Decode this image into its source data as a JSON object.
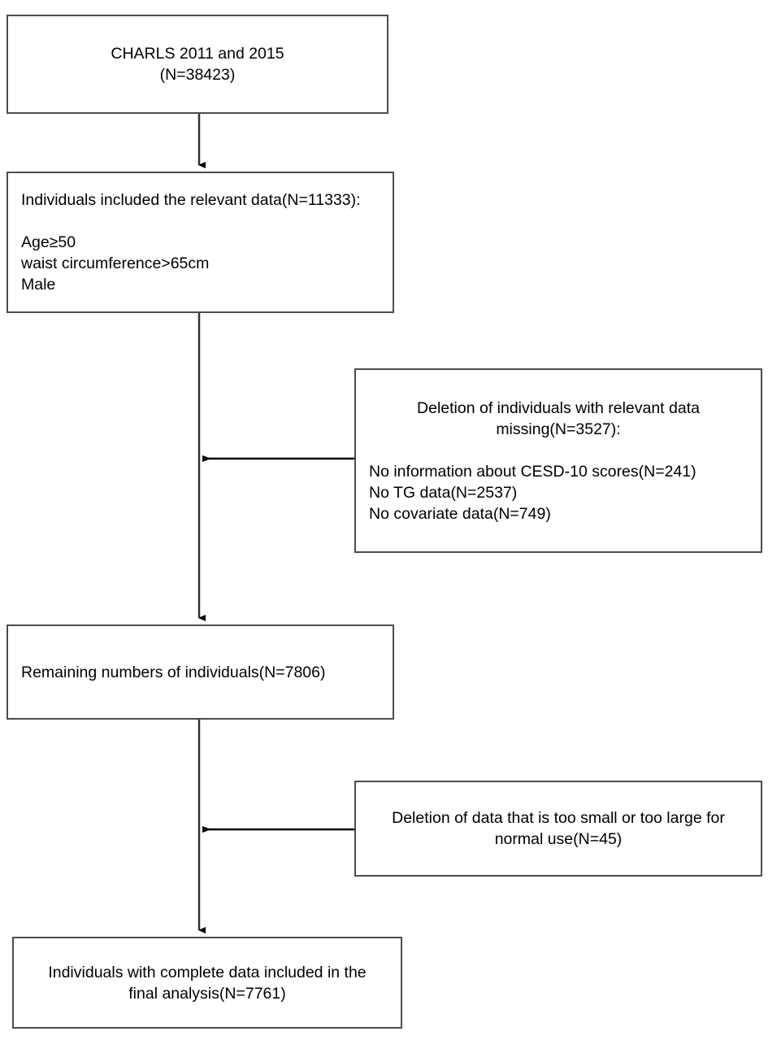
{
  "figure": {
    "type": "flowchart",
    "description": "Participant selection flow diagram",
    "stroke_color": "#4d4d4d",
    "arrow_color": "#000000",
    "background": "#ffffff"
  },
  "nodes": {
    "source_cohort": {
      "lines": [
        "CHARLS 2011 and 2015",
        "(N=38423)"
      ]
    },
    "included_relevant": {
      "header": "Individuals included the relevant data(N=11333):",
      "criteria": [
        "Age≥50",
        "waist circumference>65cm",
        "Male"
      ]
    },
    "excluded_missing": {
      "header_lines": [
        "Deletion of individuals with relevant data",
        "missing(N=3527):"
      ],
      "reasons": [
        "No information about CESD-10 scores(N=241)",
        "No TG data(N=2537)",
        "No covariate data(N=749)"
      ]
    },
    "remaining": {
      "lines": [
        "Remaining numbers of individuals(N=7806)"
      ]
    },
    "excluded_outliers": {
      "lines": [
        "Deletion of data that is too small or too large for",
        "normal use(N=45)"
      ]
    },
    "final_sample": {
      "lines": [
        "Individuals with complete data included in the",
        "final analysis(N=7761)"
      ]
    }
  }
}
